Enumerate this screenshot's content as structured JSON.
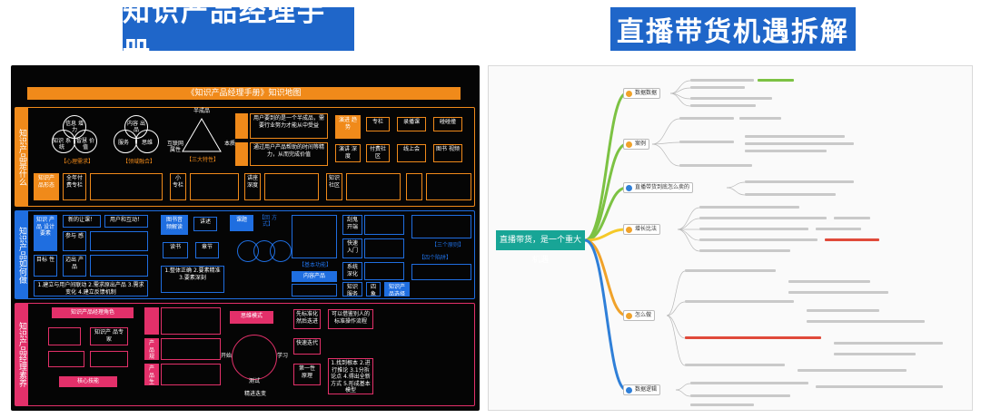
{
  "titles": {
    "left": "知识产品经理手册",
    "right": "直播带货机遇拆解"
  },
  "left_poster": {
    "header": "《知识产品经理手册》知识地图",
    "sections": [
      {
        "label": "知识产品是什么"
      },
      {
        "label": "知识产品如何做"
      },
      {
        "label": "知识产品经理素养"
      }
    ],
    "nodes": {
      "info": "信息 增力",
      "knowledge": "知识 系统",
      "skill": "技能",
      "wisdom": "智慧 价值",
      "content_out": "内容 出品",
      "sell": "服务",
      "set": "思维",
      "core_label": "【心理需求】",
      "core2_label": "【领域融合】",
      "half_product": "半成品",
      "network_core": "互联网 属性",
      "core_attr": "本质",
      "three_attr": "【三大特性】",
      "right1": "用户要到的是一个半成品，需要行业努力才能从中受益",
      "right2": "通过用户产品帮助的时间等精力，从而完成价值",
      "live_trend": "演进 趋势",
      "column": "专栏",
      "course": "录播课",
      "extra": "碰碰撞",
      "choose": "演讲 深度",
      "pay_community": "付费社区",
      "offline": "线上会",
      "books": "图书 视频",
      "full_year": "全年付 费专栏",
      "mini_col": "小 专栏",
      "talk": "讲座 深度",
      "knowledge_social": "知识 社区",
      "concept_tag": "知识产 品形态",
      "make_good": "新的让课！",
      "user_dev": "用户和互动！",
      "param": "参与 感",
      "stand": "迈出 产品",
      "goal": "目标 性",
      "rules": "知识 产品 设计 要素",
      "line1": "1.建立与用户间联动 2.需求原出产品 3.需求变化 4.建立反馈机制",
      "lib": "图书音 频解读",
      "lecture": "讲述",
      "books2": "读书",
      "chapter": "章节",
      "col_design": "课题",
      "time": "【回 方式】",
      "list_a": "1.整体正确 2.要素精准 3.要素深刻",
      "core_func": "【基本功能】",
      "content_prod": "内容产品",
      "step1": "刮鬼开端",
      "step2": "快速 入门",
      "step3": "系统 深化",
      "knowledge_serve": "知识 服务",
      "prod_sel": "知识产 品选择",
      "four": "四 象",
      "triple": "【三个原则】",
      "four_tips": "【四个陷阱】",
      "pm_role": "知识产品经理角色",
      "core_skill": "核心技能",
      "prod_expert": "知识产 品专家",
      "prod_plan": "产品 规划",
      "prod_make": "产品 生产",
      "think": "思维模式",
      "lead": "先标准化 然后迭进",
      "fast": "快速迭代",
      "first": "第一性 原理",
      "start": "开始",
      "learn": "学习",
      "test": "测试",
      "iterate": "精进迭变",
      "quality": "可以借鉴别人的 标准操作流程",
      "last_list": "1.找到根本 2.进行推论 3.1分拆论点 4.得出全新方式 5.形成基本模型"
    }
  },
  "right_poster": {
    "center": "直播带货，是一个重大机遇",
    "branches": [
      {
        "label": "数据数据",
        "color": "#f0a22a"
      },
      {
        "label": "案例",
        "color": "#f0a22a"
      },
      {
        "label": "直播带货到底怎么卖的",
        "color": "#2f7fd8"
      },
      {
        "label": "增长比法",
        "color": "#f0a22a"
      },
      {
        "label": "怎么做",
        "color": "#f0a22a"
      },
      {
        "label": "数据逻辑",
        "color": "#2f7fd8"
      }
    ],
    "colors": {
      "green": "#7cc243",
      "orange": "#f0a22a",
      "yellow": "#f5c928",
      "blue": "#2f7fd8",
      "red": "#e04a3a"
    }
  }
}
